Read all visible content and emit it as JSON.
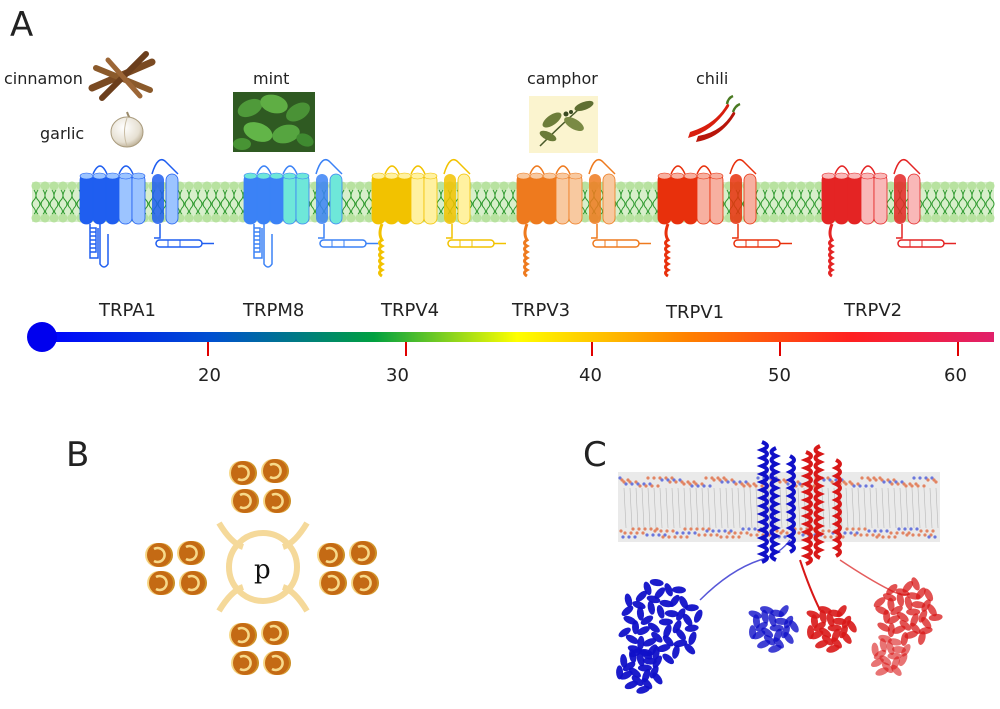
{
  "panels": {
    "a": "A",
    "b": "B",
    "c": "C"
  },
  "stimuli": {
    "cinnamon": "cinnamon",
    "garlic": "garlic",
    "mint": "mint",
    "camphor": "camphor",
    "chili": "chili"
  },
  "channels": [
    {
      "id": "trpa1",
      "label": "TRPA1",
      "color": "#1f5ef0",
      "light": "#9cc4ff"
    },
    {
      "id": "trpm8",
      "label": "TRPM8",
      "color": "#3b82f6",
      "light": "#6ee7d9"
    },
    {
      "id": "trpv4",
      "label": "TRPV4",
      "color": "#f2c200",
      "light": "#fff1a0"
    },
    {
      "id": "trpv3",
      "label": "TRPV3",
      "color": "#ee7a1e",
      "light": "#f8c9a0"
    },
    {
      "id": "trpv1",
      "label": "TRPV1",
      "color": "#e8300c",
      "light": "#f7b0a0"
    },
    {
      "id": "trpv2",
      "label": "TRPV2",
      "color": "#e42424",
      "light": "#f9b8b8"
    }
  ],
  "temperature_scale": {
    "ticks": [
      "20",
      "30",
      "40",
      "50",
      "60"
    ],
    "tick_color": "#e00000",
    "gradient": [
      "#0000ff",
      "#0050d0",
      "#00a040",
      "#ffff00",
      "#ff8000",
      "#ff2020",
      "#e0206a"
    ]
  },
  "pore_label": "p",
  "colors": {
    "membrane": "#b8e2a0",
    "lipid_tail": "#2f9a2f",
    "helix_dark": "#c46a14",
    "helix_light": "#f3c46a",
    "protein_blue": "#1010c8",
    "protein_red": "#d81818"
  }
}
